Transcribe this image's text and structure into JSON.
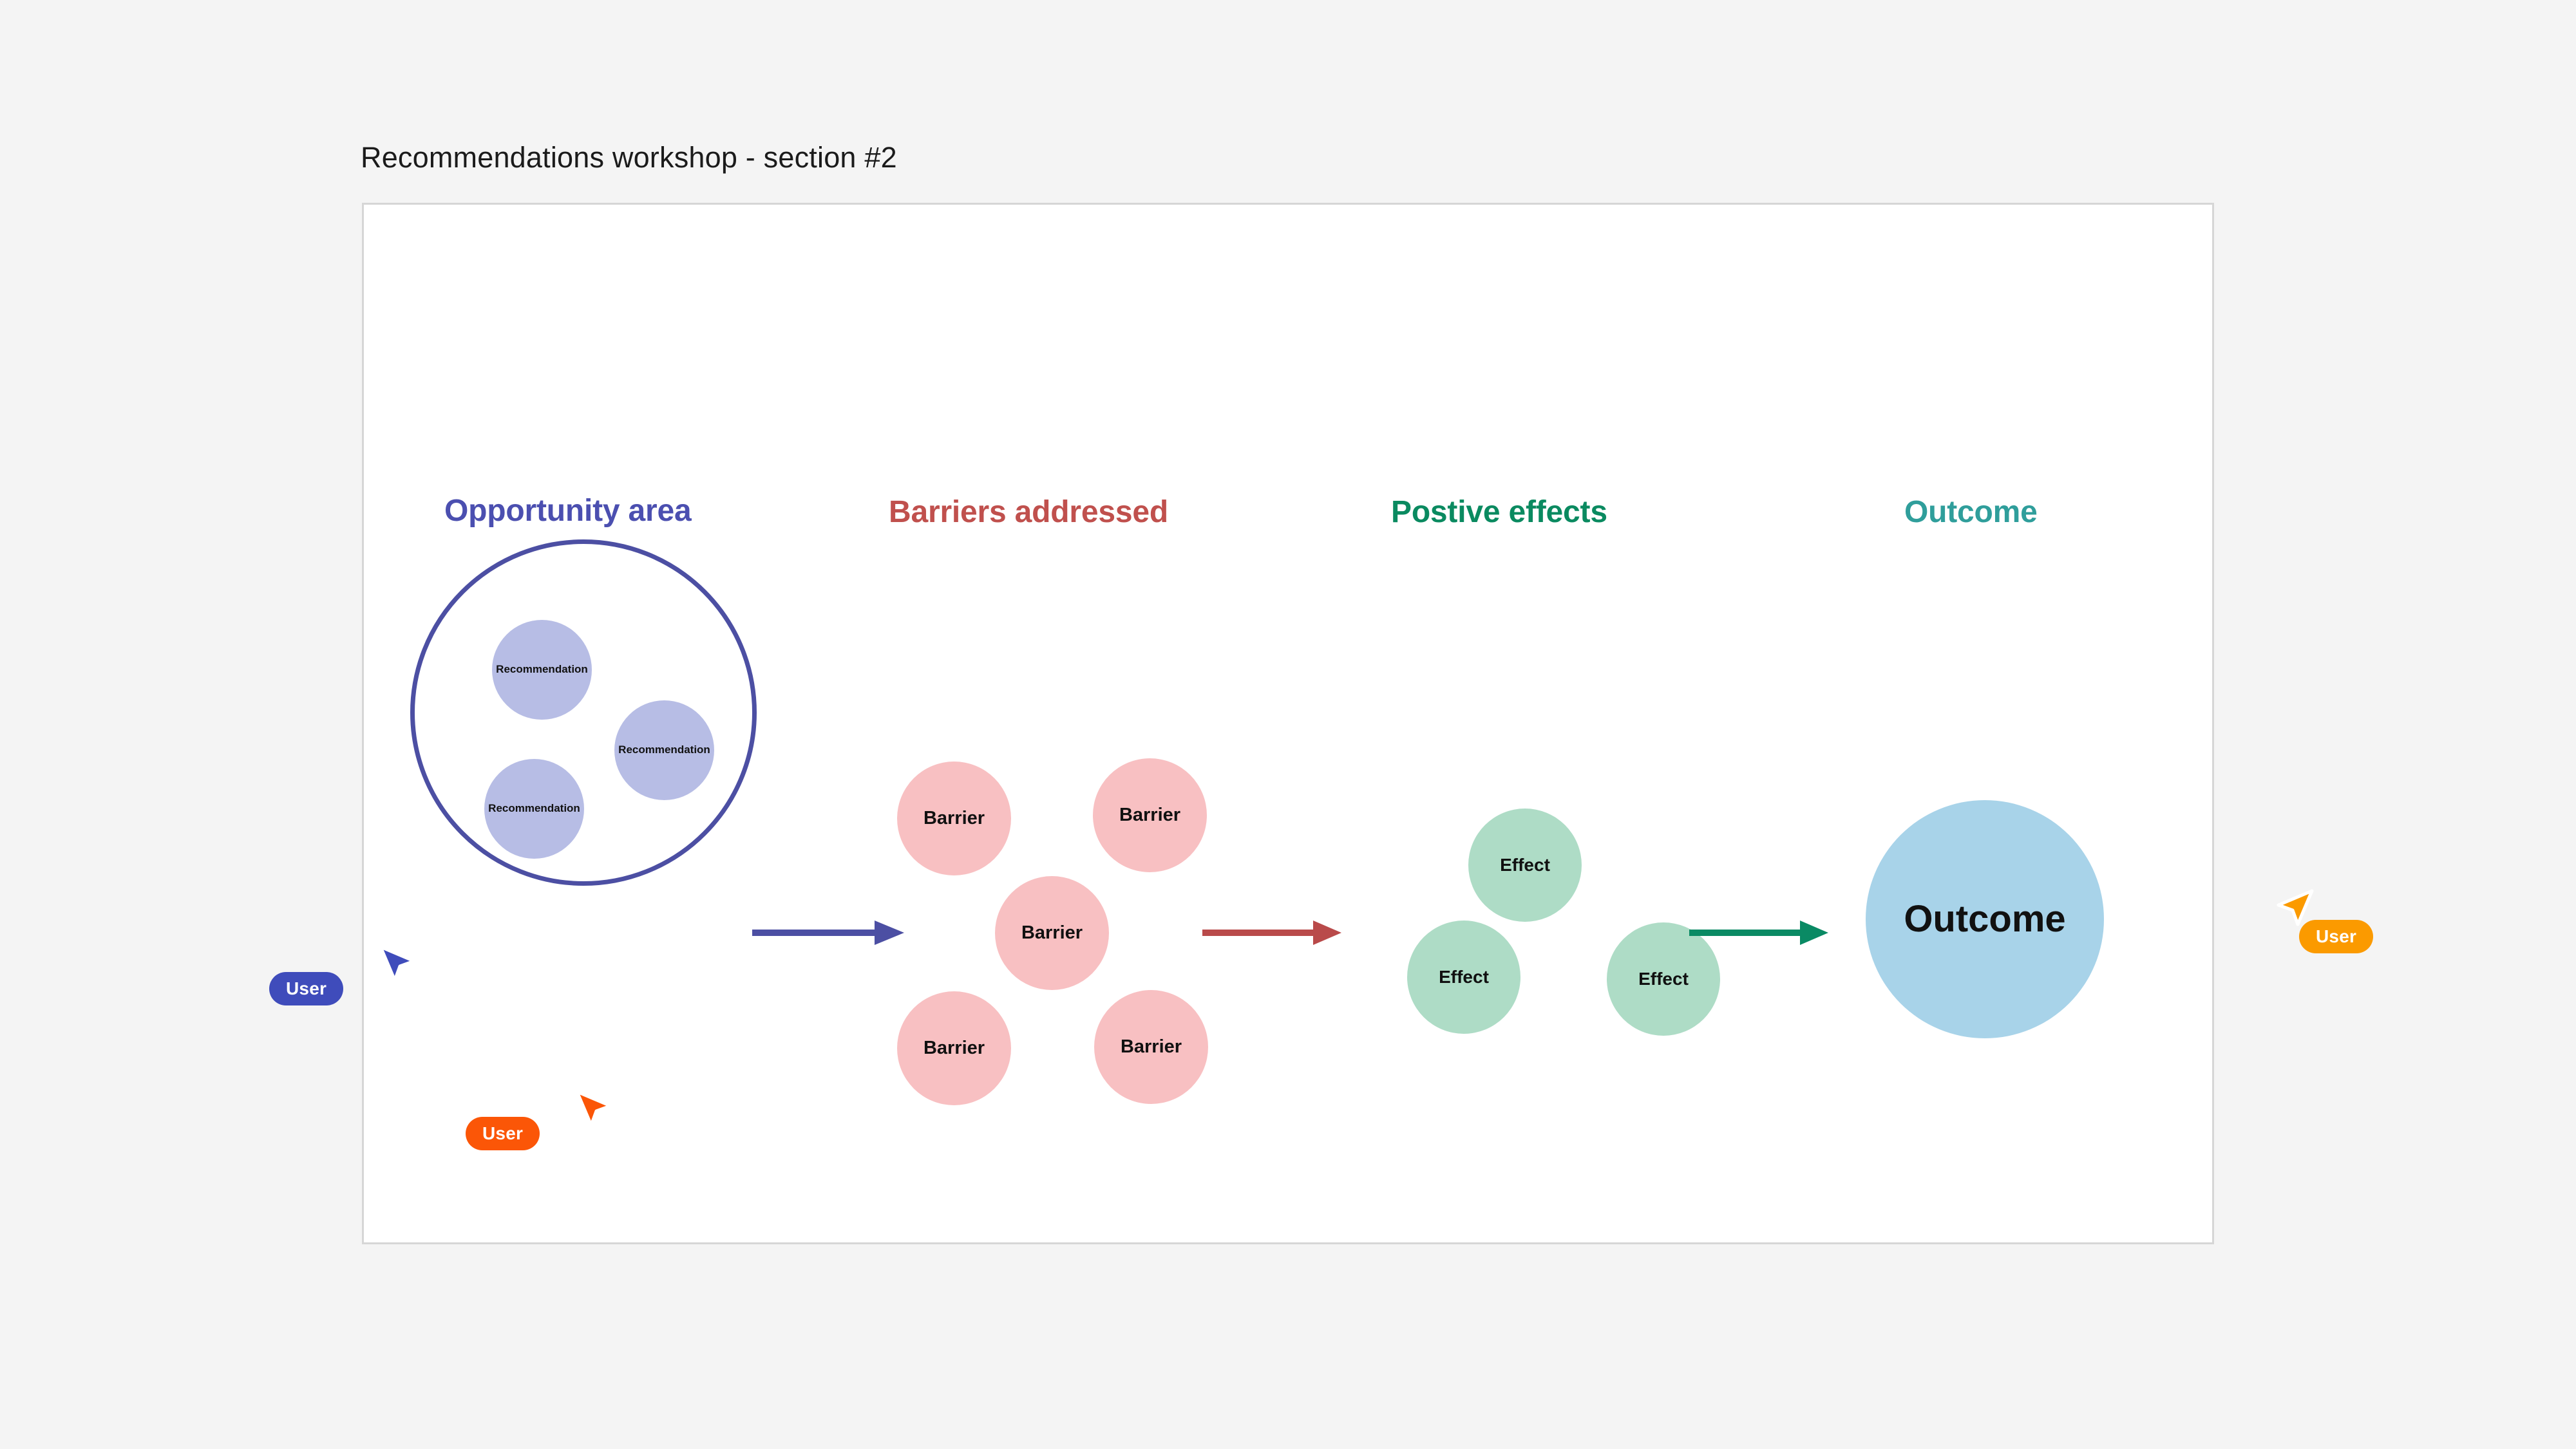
{
  "board": {
    "title": "Recommendations workshop - section #2",
    "background_color": "#f4f4f4",
    "canvas_color": "#ffffff",
    "canvas_border_color": "#d6d6d6"
  },
  "columns": [
    {
      "key": "opportunity",
      "heading": "Opportunity area",
      "color": "#4b4fb0"
    },
    {
      "key": "barriers",
      "heading": "Barriers addressed",
      "color": "#c0504d"
    },
    {
      "key": "effects",
      "heading": "Postive effects",
      "color": "#0a8a60"
    },
    {
      "key": "outcome",
      "heading": "Outcome",
      "color": "#2f9e9b"
    }
  ],
  "opportunity": {
    "ring_color": "#4c4fa3",
    "node_color": "#b7bde5",
    "nodes": [
      {
        "label": "Recommendation"
      },
      {
        "label": "Recommendation"
      },
      {
        "label": "Recommendation"
      }
    ]
  },
  "barriers": {
    "node_color": "#f8c0c2",
    "nodes": [
      {
        "label": "Barrier"
      },
      {
        "label": "Barrier"
      },
      {
        "label": "Barrier"
      },
      {
        "label": "Barrier"
      },
      {
        "label": "Barrier"
      }
    ]
  },
  "effects": {
    "node_color": "#aedcc6",
    "nodes": [
      {
        "label": "Effect"
      },
      {
        "label": "Effect"
      },
      {
        "label": "Effect"
      }
    ]
  },
  "outcome": {
    "node_color": "#a8d3e9",
    "label": "Outcome"
  },
  "arrows": [
    {
      "key": "opportunity-to-barriers",
      "color": "#4c4fa3"
    },
    {
      "key": "barriers-to-effects",
      "color": "#b94a4a"
    },
    {
      "key": "effects-to-outcome",
      "color": "#0a8a64"
    }
  ],
  "cursors": [
    {
      "key": "cursor-blue",
      "label": "User",
      "color": "#3f4cbb",
      "direction": "up-right"
    },
    {
      "key": "cursor-orange-red",
      "label": "User",
      "color": "#fb5607",
      "direction": "up-right"
    },
    {
      "key": "cursor-amber",
      "label": "User",
      "color": "#fb9a00",
      "direction": "up-left"
    }
  ]
}
